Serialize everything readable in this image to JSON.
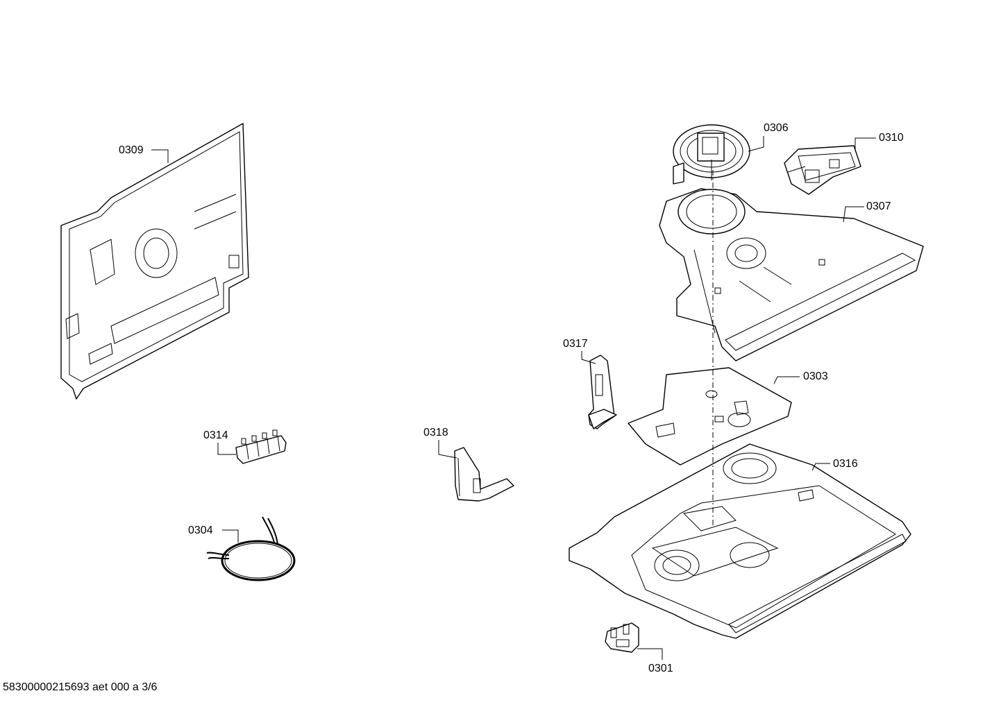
{
  "callouts": {
    "c0309": "0309",
    "c0306": "0306",
    "c0310": "0310",
    "c0307": "0307",
    "c0317": "0317",
    "c0303": "0303",
    "c0314": "0314",
    "c0318": "0318",
    "c0316": "0316",
    "c0304": "0304",
    "c0301": "0301"
  },
  "footer": {
    "text": "58300000215693 aet 000 a 3/6"
  }
}
